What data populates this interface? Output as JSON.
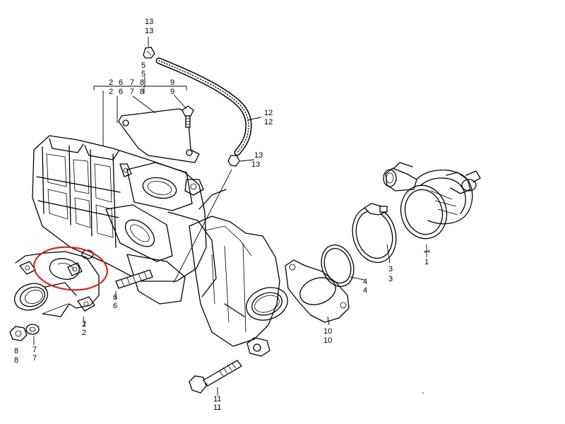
{
  "diagram": {
    "part_numbers": {
      "p13_top_a": "13",
      "p13_top_b": "13",
      "p5_a": "5",
      "p5_b": "5",
      "p2_bracket": "2",
      "p6_bracket": "6",
      "p7_bracket": "7",
      "p8_bracket": "8",
      "p2_bracket_b": "2",
      "p6_bracket_b": "6",
      "p7_bracket_b": "7",
      "p8_bracket_b": "8",
      "p9_a": "9",
      "p9_b": "9",
      "p12_a": "12",
      "p12_b": "12",
      "p13_mid_a": "13",
      "p13_mid_b": "13",
      "p1_a": "1",
      "p1_b": "1",
      "p3_a": "3",
      "p3_b": "3",
      "p4_a": "4",
      "p4_b": "4",
      "p10_a": "10",
      "p10_b": "10",
      "p11_a": "11",
      "p11_b": "11",
      "p6_left_a": "6",
      "p6_left_b": "6",
      "p2_left_a": "2",
      "p2_left_b": "2",
      "p7_left_a": "7",
      "p7_left_b": "7",
      "p8_left_a": "8",
      "p8_left_b": "8"
    },
    "highlight_color": "#d9261c",
    "line_color": "#000000"
  }
}
